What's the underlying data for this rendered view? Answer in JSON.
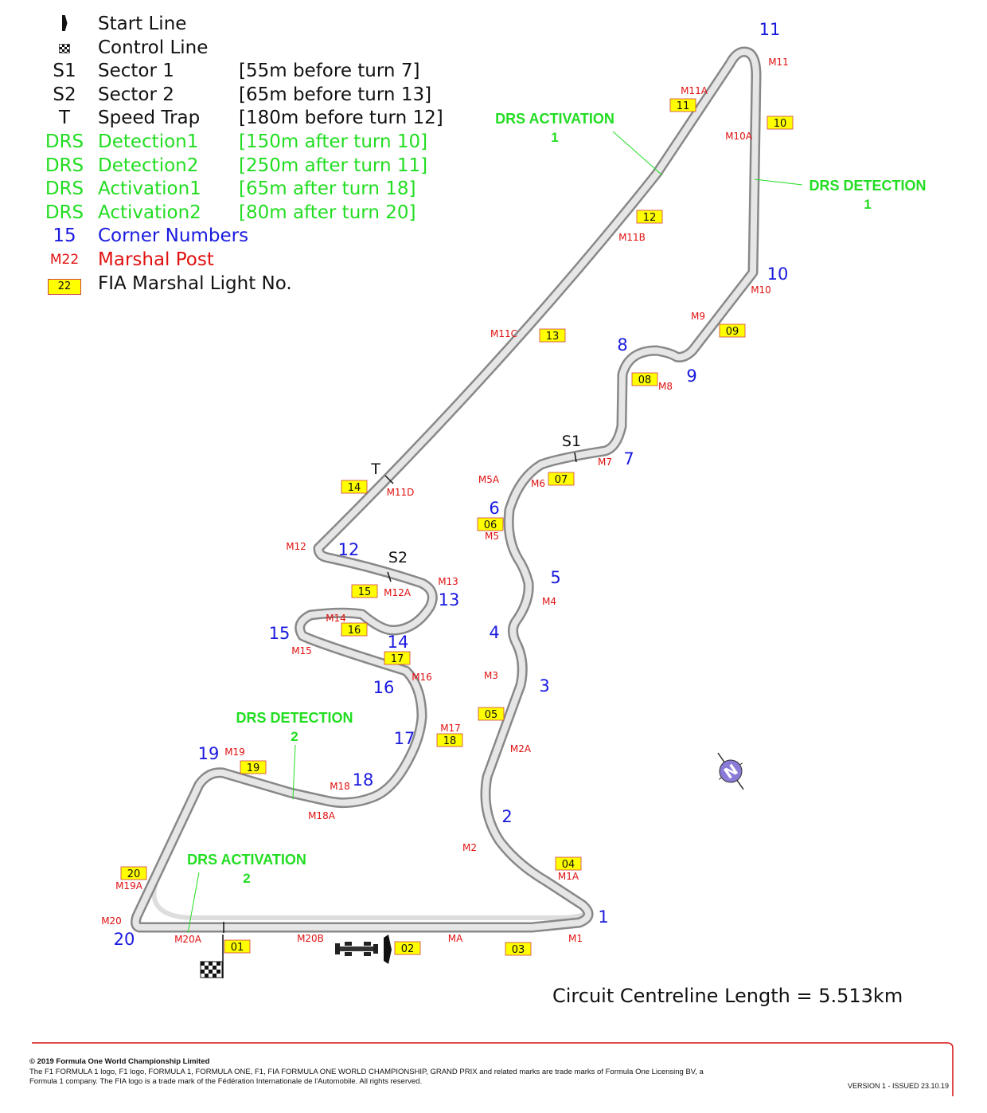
{
  "legend": {
    "start_line": "Start Line",
    "control_line": "Control Line",
    "sector1_sym": "S1",
    "sector1_name": "Sector 1",
    "sector1_desc": "[55m before turn 7]",
    "sector2_sym": "S2",
    "sector2_name": "Sector 2",
    "sector2_desc": "[65m before turn 13]",
    "trap_sym": "T",
    "trap_name": "Speed Trap",
    "trap_desc": "[180m before turn 12]",
    "drs_sym": "DRS",
    "det1_name": "Detection1",
    "det1_desc": "[150m after turn 10]",
    "det2_name": "Detection2",
    "det2_desc": "[250m after turn 11]",
    "act1_name": "Activation1",
    "act1_desc": "[65m after turn 18]",
    "act2_name": "Activation2",
    "act2_desc": "[80m after turn 20]",
    "corner_sym": "15",
    "corner_name": "Corner Numbers",
    "marshal_sym": "M22",
    "marshal_name": "Marshal Post",
    "light_sym": "22",
    "light_name": "FIA Marshal Light No."
  },
  "colors": {
    "corner": "#1a1adf",
    "marshal": "#e01010",
    "drs": "#22dd22",
    "light_fill": "#ffff00",
    "track": "#c8c8c8"
  },
  "icons": [
    "start-line-icon",
    "control-line-flag-icon",
    "race-car-icon",
    "north-compass-icon"
  ],
  "corners": [
    "1",
    "2",
    "3",
    "4",
    "5",
    "6",
    "7",
    "8",
    "9",
    "10",
    "11",
    "12",
    "13",
    "14",
    "15",
    "16",
    "17",
    "18",
    "19",
    "20"
  ],
  "marshal_posts": [
    "M1",
    "M1A",
    "MA",
    "M2",
    "M2A",
    "M3",
    "M4",
    "M5",
    "M5A",
    "M6",
    "M7",
    "M8",
    "M9",
    "M10",
    "M10A",
    "M11",
    "M11A",
    "M11B",
    "M11C",
    "M11D",
    "M12",
    "M12A",
    "M13",
    "M14",
    "M15",
    "M16",
    "M17",
    "M18",
    "M18A",
    "M19",
    "M19A",
    "M20",
    "M20A",
    "M20B"
  ],
  "lights": [
    "01",
    "02",
    "03",
    "04",
    "05",
    "06",
    "07",
    "08",
    "09",
    "10",
    "11",
    "12",
    "13",
    "14",
    "15",
    "16",
    "17",
    "18",
    "19",
    "20"
  ],
  "drs_zones": [
    {
      "title": "DRS ACTIVATION",
      "number": "1"
    },
    {
      "title": "DRS DETECTION",
      "number": "1"
    },
    {
      "title": "DRS DETECTION",
      "number": "2"
    },
    {
      "title": "DRS ACTIVATION",
      "number": "2"
    }
  ],
  "sector_markers": [
    "S1",
    "S2",
    "T"
  ],
  "circuit_length": "Circuit Centreline Length = 5.513km",
  "footer": {
    "copyright": "© 2019 Formula One World Championship Limited",
    "line1": "The F1 FORMULA 1 logo, F1 logo, FORMULA 1, FORMULA ONE, F1, FIA FORMULA ONE WORLD CHAMPIONSHIP, GRAND PRIX and related marks are trade marks of Formula One Licensing BV, a",
    "line2": "Formula 1 company. The FIA logo is a trade mark of the Fédération Internationale de l'Automobile. All rights reserved.",
    "version": "VERSION  1 - ISSUED 23.10.19"
  }
}
